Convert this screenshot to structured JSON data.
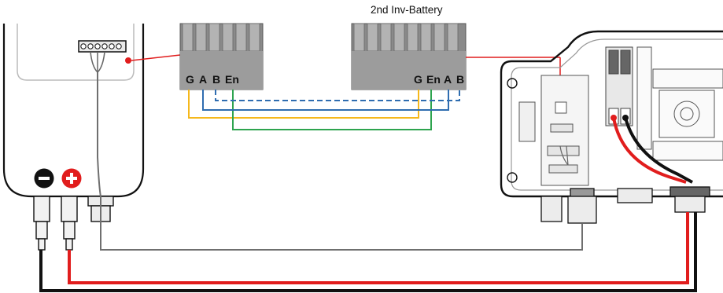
{
  "title": "2nd Inv-Battery",
  "connector_left": {
    "pins": [
      "G",
      "A",
      "B",
      "En"
    ]
  },
  "connector_right": {
    "pins": [
      "G",
      "En",
      "A",
      "B"
    ]
  },
  "polarity": {
    "negative": "−",
    "positive": "+"
  },
  "colors": {
    "yellow": "#f5b81c",
    "blue": "#2f6db0",
    "green": "#2ea44f",
    "red": "#e11d1d",
    "black": "#111111",
    "gray": "#6f6f6f",
    "connector": "#8a8a8a"
  }
}
